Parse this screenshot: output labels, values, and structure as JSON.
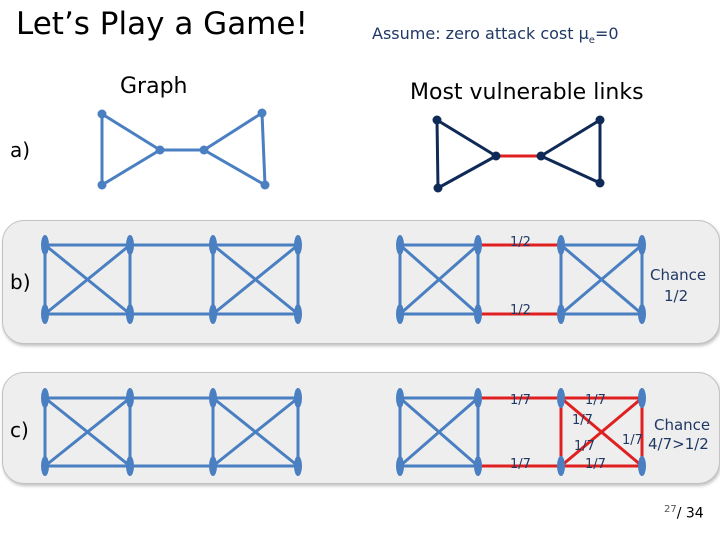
{
  "slide": {
    "title": "Let’s Play a Game!",
    "assumption": "Assume: zero attack cost μ",
    "assumption_sub": "e",
    "assumption_tail": "=0",
    "col_graph": "Graph",
    "col_vulnerable": "Most vulnerable links",
    "rows": [
      "a)",
      "b)",
      "c)"
    ],
    "page_current": "27",
    "page_total": "/ 34"
  },
  "annotations": {
    "b_top": "1/2",
    "b_bottom": "1/2",
    "b_chance_1": "Chance",
    "b_chance_2": "1/2",
    "c_left_top": "1/7",
    "c_left_bottom": "1/7",
    "c_right_top": "1/7",
    "c_mid_1": "1/7",
    "c_mid_2": "1/7",
    "c_mid_3": "1/7",
    "c_right_mid": "1/7",
    "c_chance_1": "Chance",
    "c_chance_2": "4/7>1/2"
  },
  "colors": {
    "edge": "#4a7fc1",
    "node": "#4a7fc1",
    "dark_edge": "#0f2a56",
    "dark_node": "#0f2a56",
    "vulnerable": "#e02020",
    "panel": "#eeeeee"
  }
}
